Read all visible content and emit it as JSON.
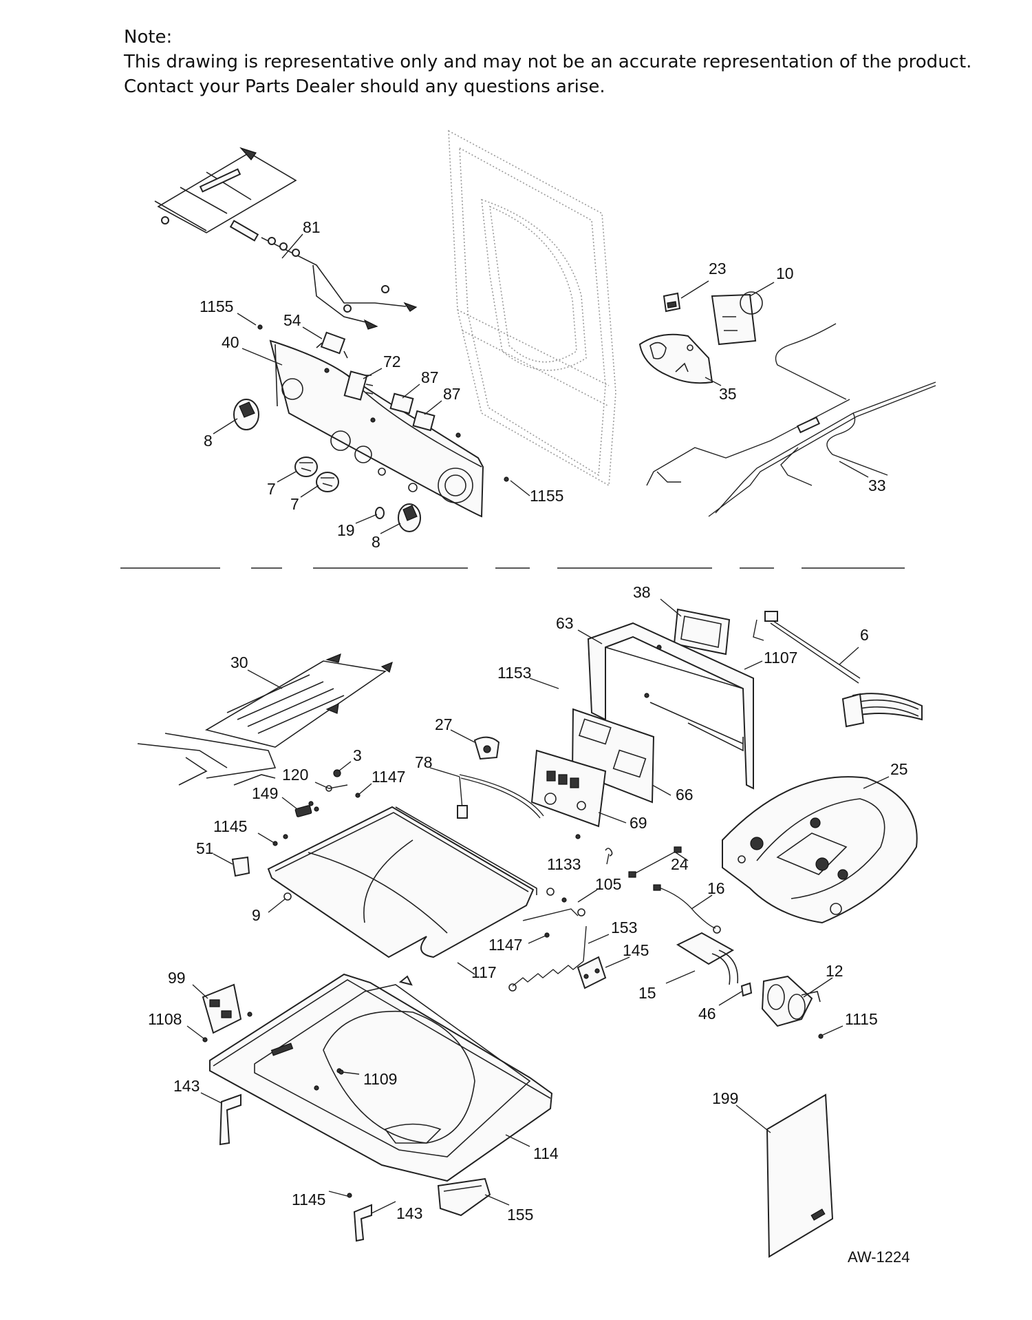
{
  "note": {
    "heading": "Note:",
    "line1": "This drawing is representative only and may not be an accurate representation of the product.",
    "line2": "Contact your Parts Dealer should any questions arise."
  },
  "callouts": {
    "c81": "81",
    "c1155a": "1155",
    "c54": "54",
    "c40": "40",
    "c72": "72",
    "c87a": "87",
    "c87b": "87",
    "c8a": "8",
    "c7a": "7",
    "c7b": "7",
    "c19": "19",
    "c8b": "8",
    "c1155b": "1155",
    "c23": "23",
    "c10": "10",
    "c35": "35",
    "c33": "33",
    "c38": "38",
    "c63": "63",
    "c6": "6",
    "c1107": "1107",
    "c1153": "1153",
    "c30": "30",
    "c27": "27",
    "c3": "3",
    "c78": "78",
    "c120": "120",
    "c1147a": "1147",
    "c149": "149",
    "c66": "66",
    "c25": "25",
    "c69": "69",
    "c1145a": "1145",
    "c51": "51",
    "c1133": "1133",
    "c24": "24",
    "c105": "105",
    "c16": "16",
    "c9": "9",
    "c153": "153",
    "c1147b": "1147",
    "c145": "145",
    "c117": "117",
    "c12": "12",
    "c15": "15",
    "c99": "99",
    "c46": "46",
    "c1108": "1108",
    "c1115": "1115",
    "c1109": "1109",
    "c143a": "143",
    "c199": "199",
    "c114": "114",
    "c1145b": "1145",
    "c143b": "143",
    "c155": "155"
  },
  "doc_code": "AW-1224"
}
